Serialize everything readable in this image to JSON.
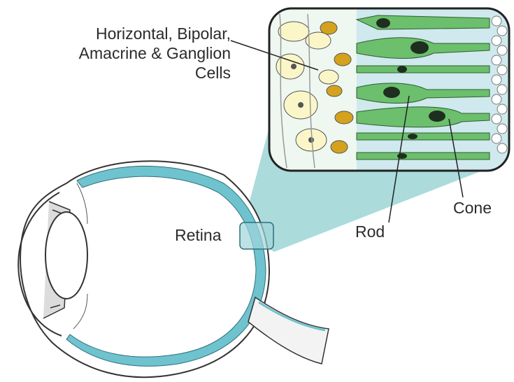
{
  "labels": {
    "cells_line1": "Horizontal, Bipolar,",
    "cells_line2": "Amacrine & Ganglion",
    "cells_line3": "Cells",
    "retina": "Retina",
    "rod": "Rod",
    "cone": "Cone"
  },
  "colors": {
    "retina_layer": "#6ec3cf",
    "zoom_wedge": "#8fcfcf",
    "inset_background": "#cfe9ee",
    "photoreceptor_green": "#6cbf6c",
    "nucleus_dark": "#1f2f1f",
    "neural_cell_yellow": "#fbf6c8",
    "neural_cell_orange": "#d4a21c",
    "outline": "#333333"
  }
}
